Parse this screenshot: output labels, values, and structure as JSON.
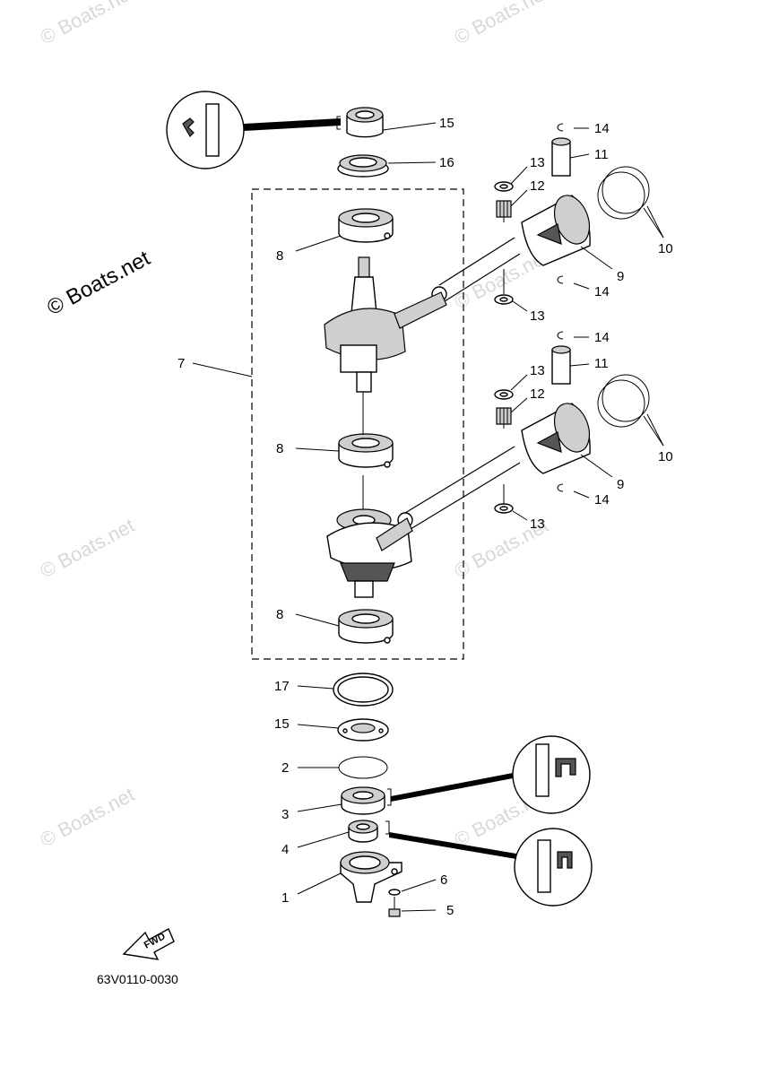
{
  "watermarks": [
    "© Boats.net",
    "© Boats.net",
    "© Boats.net",
    "© Boats.net",
    "© Boats.net",
    "© Boats.net",
    "© Boats.net",
    "© Boats.net"
  ],
  "main_watermark": "© Boats.net",
  "diagram_code": "63V0110-0030",
  "fwd_label": "FWD",
  "callouts": {
    "c15a": "15",
    "c16": "16",
    "c14a": "14",
    "c11a": "11",
    "c13a": "13",
    "c12a": "12",
    "c10a": "10",
    "c8a": "8",
    "c9a": "9",
    "c14b": "14",
    "c13b": "13",
    "c7": "7",
    "c14c": "14",
    "c11b": "11",
    "c13c": "13",
    "c12b": "12",
    "c10b": "10",
    "c8b": "8",
    "c9b": "9",
    "c14d": "14",
    "c13d": "13",
    "c8c": "8",
    "c17": "17",
    "c15b": "15",
    "c2": "2",
    "c3": "3",
    "c4": "4",
    "c6": "6",
    "c1": "1",
    "c5": "5"
  }
}
